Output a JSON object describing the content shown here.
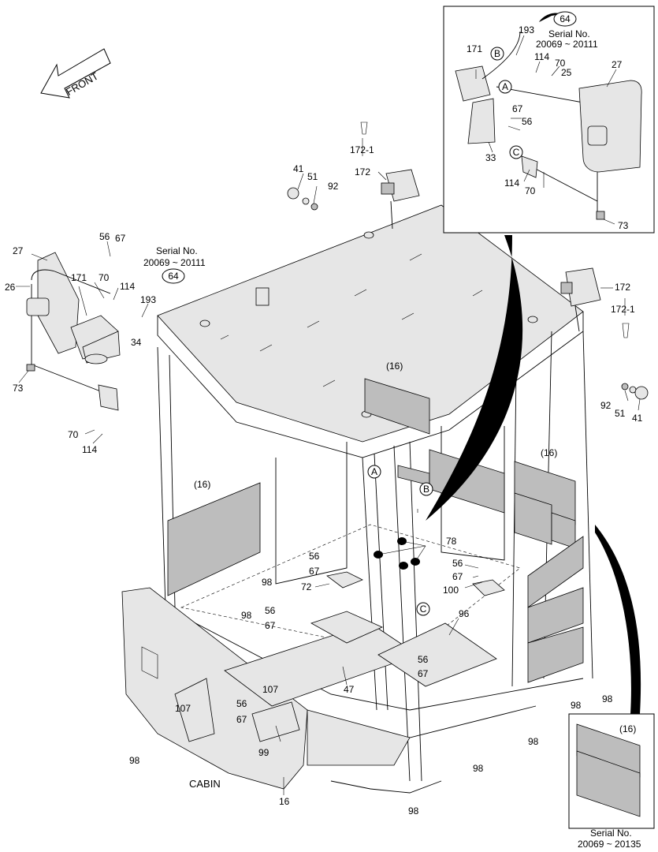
{
  "labels": {
    "front": "FRONT",
    "cabin": "CABIN",
    "serial_left": "Serial No.",
    "serial_left_range": "20069 ~ 20111",
    "serial_inset": "Serial No.",
    "serial_inset_range": "20069 ~ 20111",
    "serial_bottom": "Serial No.",
    "serial_bottom_range": "20069 ~ 20135"
  },
  "callouts": {
    "c27a": "27",
    "c26": "26",
    "c56a": "56",
    "c67a": "67",
    "c171a": "171",
    "c70a": "70",
    "c114a": "114",
    "c193a": "193",
    "c34": "34",
    "c73a": "73",
    "c70b": "70",
    "c114b": "114",
    "c64a": "64",
    "c41a": "41",
    "c51a": "51",
    "c92a": "92",
    "c172a": "172",
    "c1721a": "172-1",
    "c172b": "172",
    "c1721b": "172-1",
    "c92b": "92",
    "c51b": "51",
    "c41b": "41",
    "c16a": "(16)",
    "c16b": "(16)",
    "c16c": "(16)",
    "c16d": "(16)",
    "c16e": "16",
    "c78": "78",
    "c56b": "56",
    "c67b": "67",
    "c100": "100",
    "c56c": "56",
    "c67c": "67",
    "c72": "72",
    "c98a": "98",
    "c98b": "98",
    "c56d": "56",
    "c67d": "67",
    "c96": "96",
    "c56e": "56",
    "c67e": "67",
    "c107a": "107",
    "c107b": "107",
    "c47": "47",
    "c56f": "56",
    "c67f": "67",
    "c99": "99",
    "c98c": "98",
    "c98d": "98",
    "c98e": "98",
    "c98f": "98",
    "c98g": "98",
    "i64": "64",
    "i193": "193",
    "i171": "171",
    "i114a": "114",
    "i70a": "70",
    "i25": "25",
    "i27": "27",
    "i67": "67",
    "i56": "56",
    "i33": "33",
    "i114b": "114",
    "i70b": "70",
    "i73": "73"
  },
  "markers": {
    "A": "A",
    "B": "B",
    "C": "C"
  }
}
